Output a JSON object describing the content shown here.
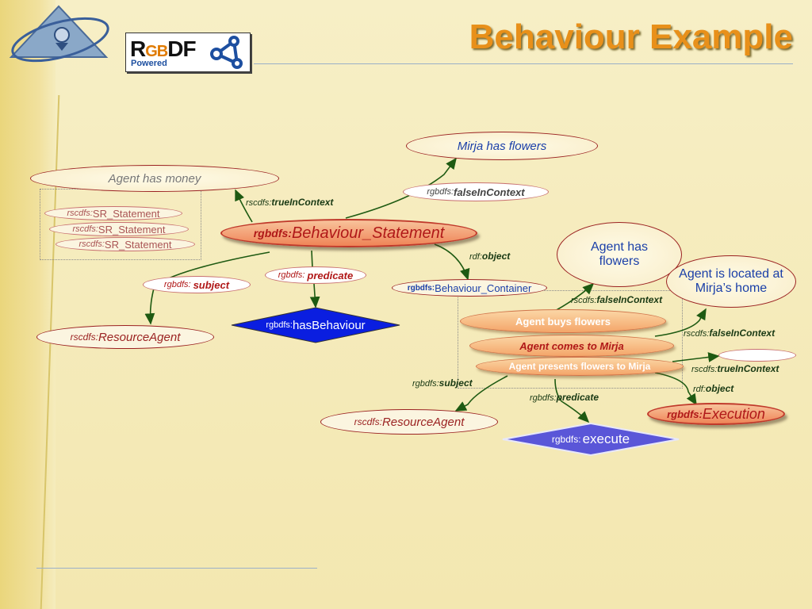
{
  "title": "Behaviour Example",
  "logo": {
    "r": "R",
    "gb": "GB",
    "df": "DF",
    "powered": "Powered"
  },
  "nodes": {
    "mirja_has_flowers": "Mirja has flowers",
    "agent_has_money": "Agent has money",
    "sr1": {
      "prefix": "rscdfs:",
      "name": "SR_Statement"
    },
    "sr2": {
      "prefix": "rscdfs:",
      "name": "SR_Statement"
    },
    "sr3": {
      "prefix": "rscdfs:",
      "name": "SR_Statement"
    },
    "false_in_context_top": {
      "prefix": "rgbdfs:",
      "name": "falseInContext"
    },
    "behaviour_statement": {
      "prefix": "rgbdfs:",
      "name": "Behaviour_Statement"
    },
    "subject1": {
      "prefix": "rgbdfs:",
      "name": "subject"
    },
    "predicate1": {
      "prefix": "rgbdfs:",
      "name": "predicate"
    },
    "resource_agent1": {
      "prefix": "rscdfs:",
      "name": "ResourceAgent"
    },
    "has_behaviour": {
      "prefix": "rgbdfs:",
      "name": "hasBehaviour"
    },
    "behaviour_container": {
      "prefix": "rgbdfs:",
      "name": "Behaviour_Container"
    },
    "agent_has_flowers": "Agent has flowers",
    "agent_located": "Agent is located at Mirja’s home",
    "agent_buys": "Agent buys flowers",
    "agent_comes": "Agent comes to Mirja",
    "agent_presents": "Agent presents flowers to Mirja",
    "resource_agent2": {
      "prefix": "rscdfs:",
      "name": "ResourceAgent"
    },
    "execute": {
      "prefix": "rgbdfs:",
      "name": "execute"
    },
    "execution": {
      "prefix": "rgbdfs:",
      "name": "Execution"
    }
  },
  "edge_labels": {
    "true_in_context1": {
      "prefix": "rscdfs:",
      "name": "trueInContext"
    },
    "rdf_object1": {
      "prefix": "rdf:",
      "name": "object"
    },
    "false_in_context2": {
      "prefix": "rscdfs:",
      "name": "falseInContext"
    },
    "false_in_context3": {
      "prefix": "rscdfs:",
      "name": "falseInContext"
    },
    "true_in_context2": {
      "prefix": "rscdfs:",
      "name": "trueInContext"
    },
    "rdf_object2": {
      "prefix": "rdf:",
      "name": "object"
    },
    "subject2": {
      "prefix": "rgbdfs:",
      "name": "subject"
    },
    "predicate2": {
      "prefix": "rgbdfs:",
      "name": "predicate"
    }
  },
  "colors": {
    "title": "#e8901a",
    "edge": "#1e5a12",
    "ellipse_border": "#9b2222",
    "diamond_blue": "#0a1ee0",
    "diamond_purple": "#5a56d8",
    "blue_text": "#1a3fa8"
  }
}
